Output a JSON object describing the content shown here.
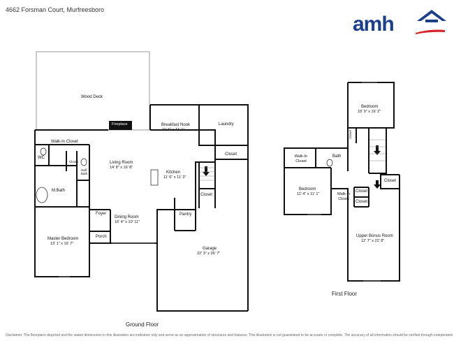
{
  "header": {
    "address": "4662 Forsman Court, Murfreesboro",
    "logo_text": "amh",
    "brand_color": "#1c3f8a",
    "accent_color": "#d6262b"
  },
  "floor_labels": {
    "ground": "Ground Floor",
    "first": "First Floor"
  },
  "rooms": {
    "wood_deck": "Wood Deck",
    "fireplace": "Fireplace",
    "breakfast_nook": "Breakfast Nook",
    "breakfast_nook_dim": "11' 6\" x 11' 1\"",
    "laundry": "Laundry",
    "closet_laundry": "Closet",
    "walk_in_closet_master": "Walk-In Closet",
    "wc": "WC",
    "closet_small": "Closet",
    "half_bath": "Half Bath",
    "living_room": "Living Room",
    "living_room_dim": "14' 8\" x 16' 8\"",
    "kitchen": "Kitchen",
    "kitchen_dim": "11' 6\" x 11' 3\"",
    "closet_stairs": "Closet",
    "m_bath": "M.Bath",
    "foyer": "Foyer",
    "dining_room": "Dining Room",
    "dining_room_dim": "16' 4\" x 10' 11\"",
    "pantry": "Pantry",
    "master_bedroom": "Master Bedroom",
    "master_bedroom_dim": "13' 1\" x 16' 7\"",
    "porch": "Porch",
    "garage": "Garage",
    "garage_dim": "22' 3\" x 36' 7\"",
    "bedroom_upper": "Bedroom",
    "bedroom_upper_dim": "10' 9\" x 16' 2\"",
    "closet_upper1": "Closet",
    "walk_in_closet_upper": "Walk-In Closet",
    "bath_upper": "Bath",
    "bedroom_left": "Bedroom",
    "bedroom_left_dim": "11' 4\" x 11' 1\"",
    "walk_in_closet_mid": "Walk-In Closet",
    "closet_mid1": "Closet",
    "closet_mid2": "Closet",
    "closet_right": "Closet",
    "upper_bonus": "Upper Bonus Room",
    "upper_bonus_dim": "12' 7\" x 22' 8\""
  },
  "disclaimer": "Disclaimer: The floorplans depicted and the stated dimensions in this illustration are indicative only and serve as an approximation of structures and features. This illustration is not guaranteed to be accurate or complete. The accuracy of all information should be verified through independent inspection and other information relevant to the property."
}
